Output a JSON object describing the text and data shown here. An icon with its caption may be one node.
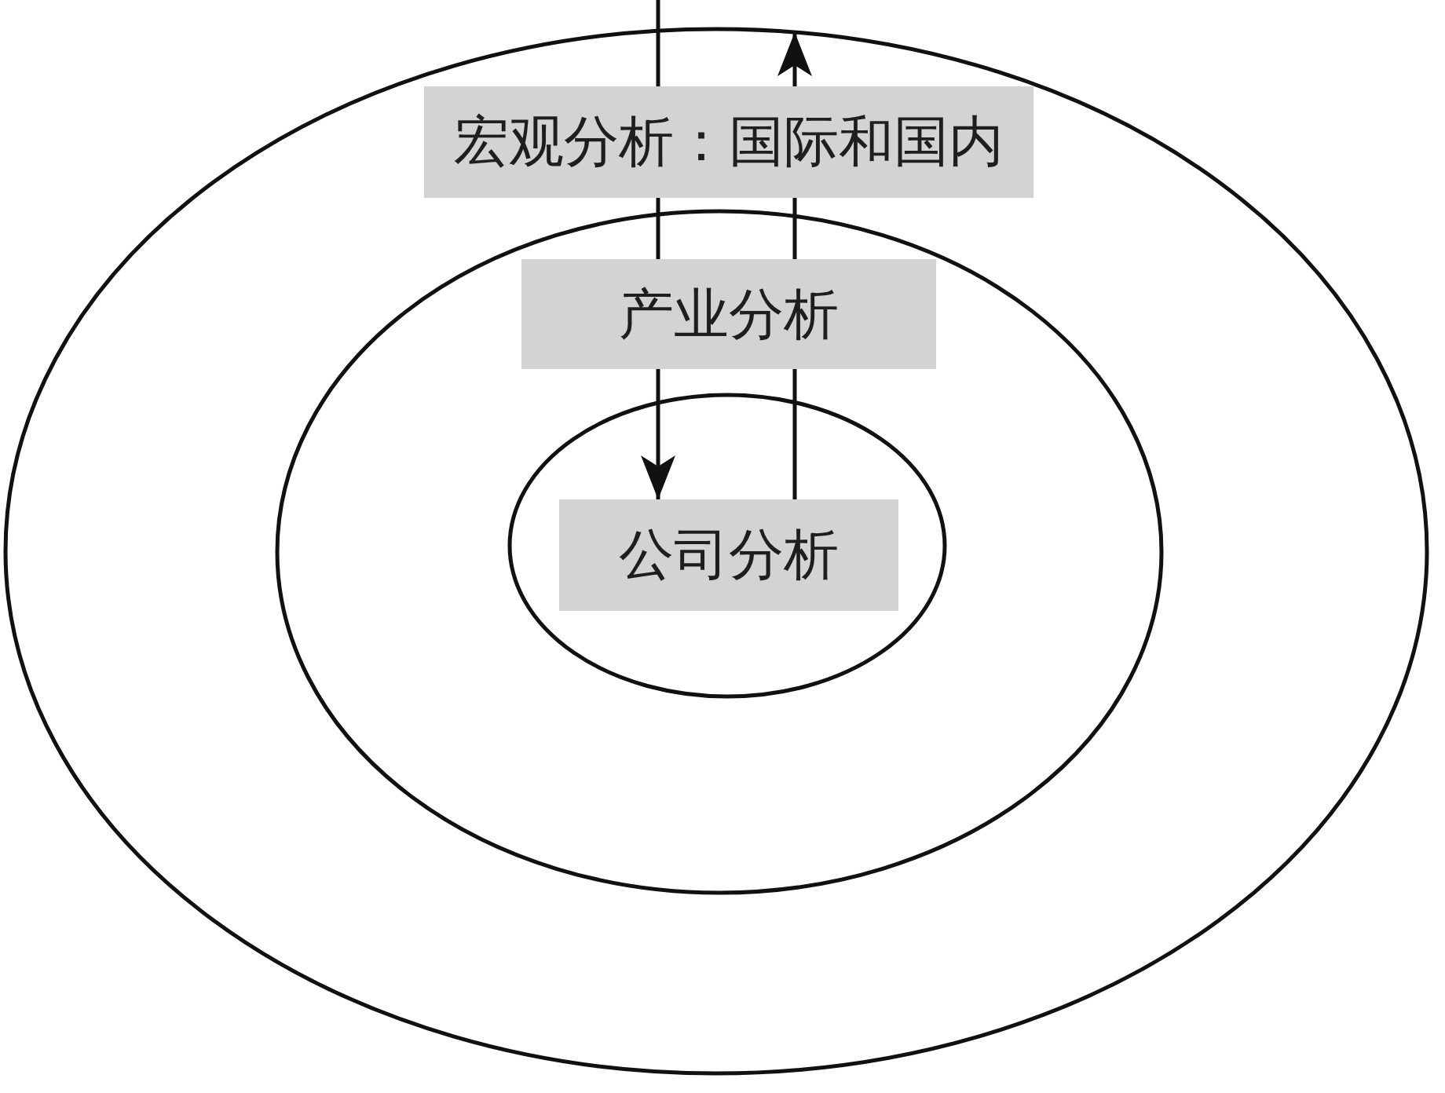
{
  "diagram": {
    "nodes": [
      {
        "text": [
          "宏观分析：国际和国内"
        ]
      },
      {
        "text": [
          "产业分析"
        ],
        "in": 0
      },
      {
        "text": [
          "公司分析"
        ],
        "in": 1
      }
    ],
    "edges": [
      {
        "from": null,
        "to": 2,
        "arrow": "to"
      },
      {
        "from": 2,
        "to": 0,
        "arrow": "to"
      }
    ]
  }
}
